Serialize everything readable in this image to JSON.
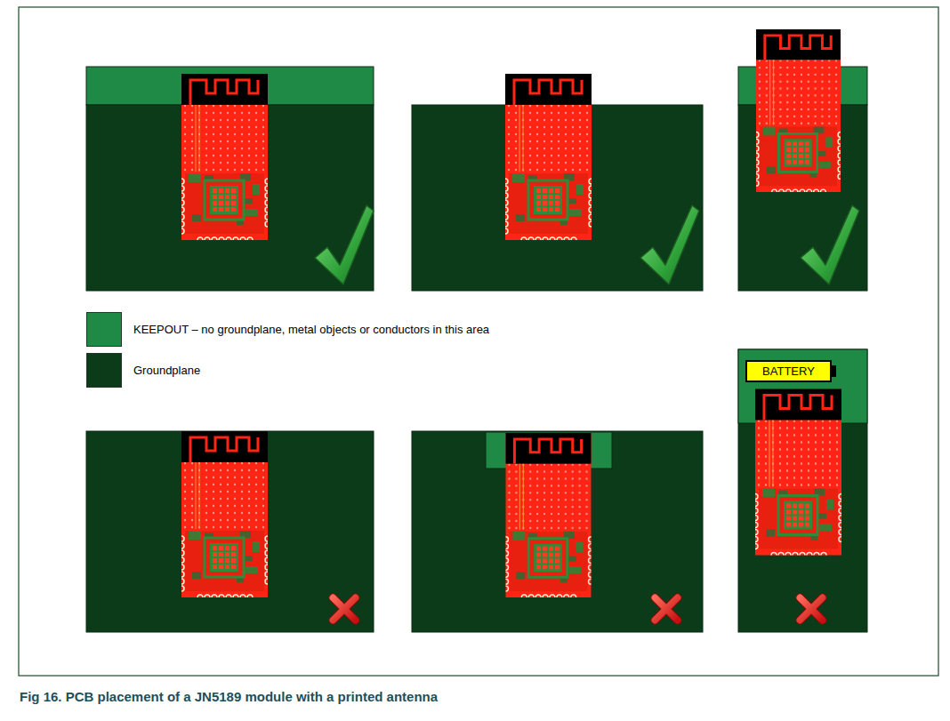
{
  "diagram": {
    "caption": "Fig 16. PCB placement of a JN5189 module with a printed antenna",
    "nodes": [
      {
        "text": [
          "BATTERY"
        ]
      }
    ],
    "legend": [
      {
        "text": "KEEPOUT – no groundplane, metal objects or conductors in this area",
        "color": "#1e8a46"
      },
      {
        "text": "Groundplane",
        "color": "#0b3b18"
      }
    ]
  }
}
